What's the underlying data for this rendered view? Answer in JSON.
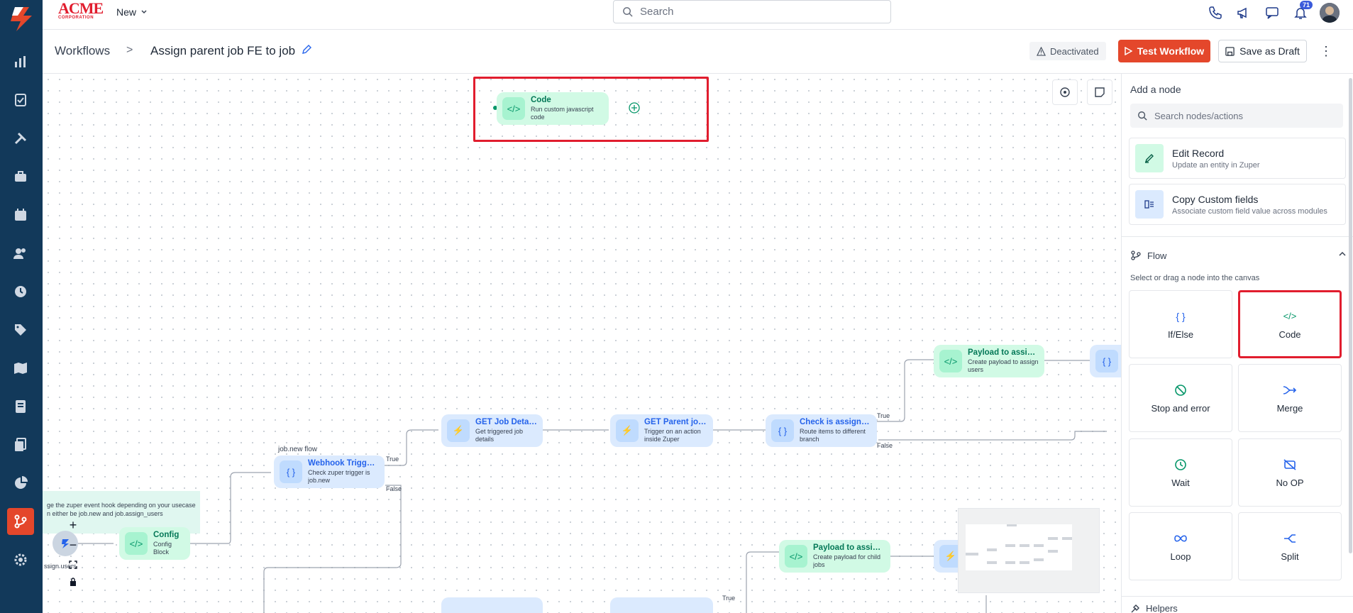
{
  "topbar": {
    "brand_line1": "ACME",
    "brand_line2": "CORPORATION",
    "new_label": "New",
    "search_placeholder": "Search",
    "notification_count": "71"
  },
  "header": {
    "breadcrumb_root": "Workflows",
    "breadcrumb_sep": ">",
    "title": "Assign parent job FE to job",
    "status": "Deactivated",
    "test_button": "Test Workflow",
    "draft_button": "Save as Draft",
    "more": "⋮"
  },
  "canvas": {
    "code_node": {
      "title": "Code",
      "subtitle": "Run custom javascript code"
    },
    "group_label": "job.new flow",
    "note_text_1": "ge the zuper event hook depending on your usecase",
    "note_text_2": "n either be job.new and job.assign_users",
    "trigger_label": "ssign users",
    "nodes": [
      {
        "id": "config",
        "title": "Config",
        "subtitle": "Config Block",
        "color": "green"
      },
      {
        "id": "webhook",
        "title": "Webhook Trigger...",
        "subtitle": "Check zuper trigger is job.new",
        "color": "blue"
      },
      {
        "id": "get-job",
        "title": "GET Job Details",
        "subtitle": "Get triggered job details",
        "color": "blue"
      },
      {
        "id": "get-parent",
        "title": "GET Parent job...",
        "subtitle": "Trigger on an action inside Zuper",
        "color": "blue"
      },
      {
        "id": "check-assigned",
        "title": "Check is assigned...",
        "subtitle": "Route items to different branch",
        "color": "blue"
      },
      {
        "id": "payload-assign",
        "title": "Payload to assign...",
        "subtitle": "Create payload to assign users",
        "color": "green"
      },
      {
        "id": "payload-child",
        "title": "Payload to assign...",
        "subtitle": "Create payload for child jobs",
        "color": "green"
      }
    ],
    "edge_labels": {
      "true1": "True",
      "false1": "False",
      "true2": "True",
      "false2": "False",
      "true3": "True"
    }
  },
  "panel": {
    "title": "Add a node",
    "search_placeholder": "Search nodes/actions",
    "actions": [
      {
        "title": "Edit Record",
        "subtitle": "Update an entity in Zuper"
      },
      {
        "title": "Copy Custom fields",
        "subtitle": "Associate custom field value across modules"
      }
    ],
    "flow_section": "Flow",
    "flow_hint": "Select or drag a node into the canvas",
    "tiles": [
      {
        "label": "If/Else",
        "icon": "braces-icon"
      },
      {
        "label": "Code",
        "icon": "code-icon"
      },
      {
        "label": "Stop and error",
        "icon": "stop-icon"
      },
      {
        "label": "Merge",
        "icon": "merge-icon"
      },
      {
        "label": "Wait",
        "icon": "clock-icon"
      },
      {
        "label": "No OP",
        "icon": "no-op-icon"
      },
      {
        "label": "Loop",
        "icon": "loop-icon"
      },
      {
        "label": "Split",
        "icon": "split-icon"
      }
    ],
    "helpers_section": "Helpers"
  },
  "colors": {
    "sidebar": "#12395a",
    "accent": "#e4472b",
    "highlight": "#e11d2e"
  }
}
